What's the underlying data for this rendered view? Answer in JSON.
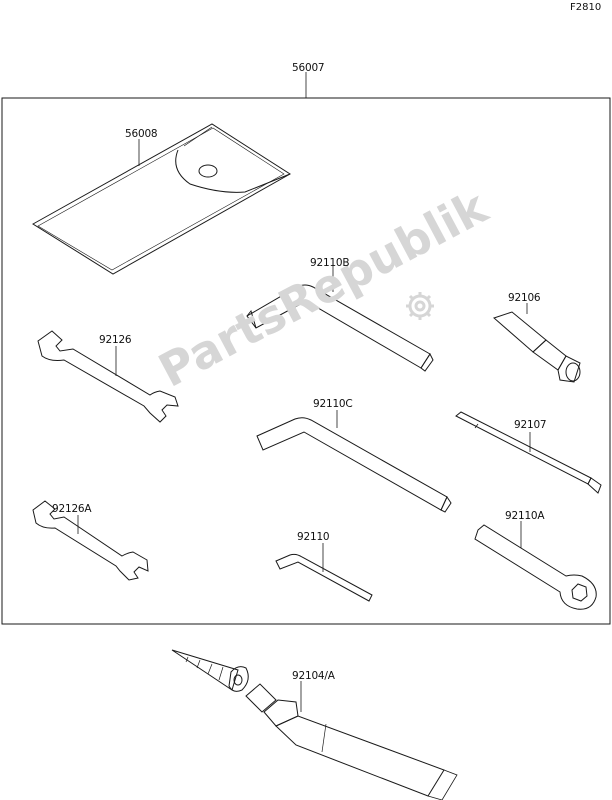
{
  "figure_code": "F2810",
  "watermark": "PartsRepublik",
  "callouts": {
    "kit": "56007",
    "pouch": "56008",
    "hex_wrench_b": "92110B",
    "plug_adapter": "92106",
    "wrench_large": "92126",
    "hex_wrench_c": "92110C",
    "screwdriver": "92107",
    "wrench_small": "92126A",
    "hex_wrench_small": "92110",
    "ring_wrench": "92110A",
    "grease_tube": "92104/A"
  },
  "colors": {
    "line": "#1a1a1a",
    "watermark": "#d6d6d6"
  }
}
